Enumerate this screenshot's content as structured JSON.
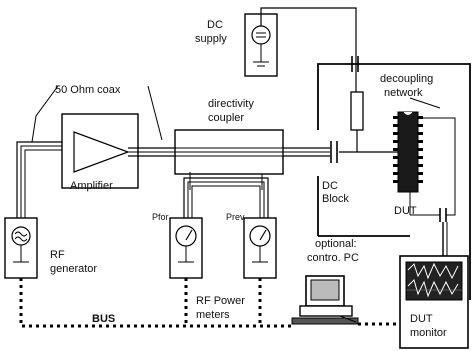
{
  "labels": {
    "dc_supply": [
      "DC",
      "supply"
    ],
    "coax": "50 Ohm coax",
    "directivity": [
      "directivity",
      "coupler"
    ],
    "decoupling": [
      "decoupling",
      "network"
    ],
    "amplifier": "Amplifier",
    "dc_block": [
      "DC",
      "Block"
    ],
    "dut": "DUT",
    "pfor": "Pfor",
    "prev": "Prev",
    "rf_generator": [
      "RF",
      "generator"
    ],
    "optional_pc": [
      "optional:",
      "contro. PC"
    ],
    "rf_power": [
      "RF Power",
      "meters"
    ],
    "bus": "BUS",
    "dut_monitor": [
      "DUT",
      "monitor"
    ]
  }
}
